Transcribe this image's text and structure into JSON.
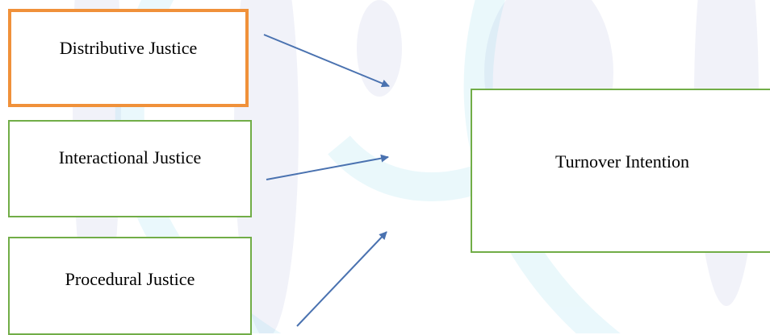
{
  "diagram": {
    "sources": [
      {
        "id": "distributive",
        "label": "Distributive Justice"
      },
      {
        "id": "interactional",
        "label": "Interactional Justice"
      },
      {
        "id": "procedural",
        "label": "Procedural Justice"
      }
    ],
    "target": {
      "id": "turnover",
      "label": "Turnover Intention"
    },
    "edges": [
      {
        "from": "distributive",
        "to": "turnover"
      },
      {
        "from": "interactional",
        "to": "turnover"
      },
      {
        "from": "procedural",
        "to": "turnover"
      }
    ]
  },
  "colors": {
    "distributive_border": "#f0913a",
    "green_border": "#71ad47",
    "arrow": "#4a72b0",
    "watermark_blue": "#8a90cc",
    "watermark_cyan": "#7fd6ec"
  }
}
